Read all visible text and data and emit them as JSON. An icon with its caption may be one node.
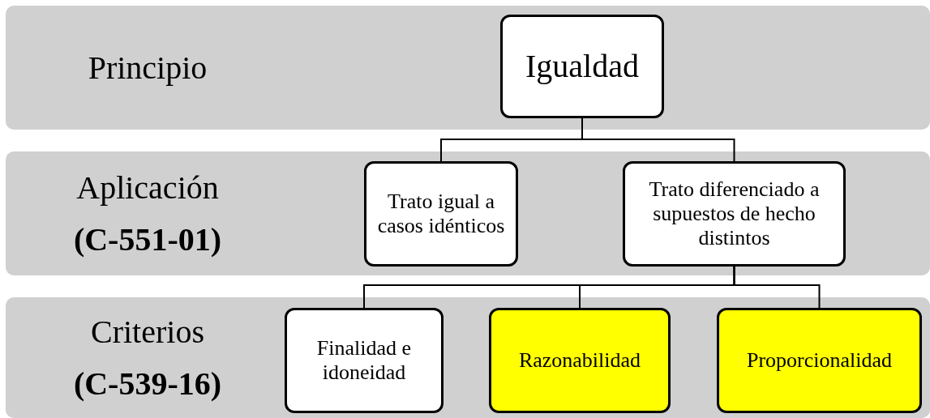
{
  "diagram": {
    "nodes": [
      {
        "text": [
          "Principio"
        ]
      },
      {
        "text": [
          "Igualdad"
        ],
        "in": 0
      },
      {
        "text": [
          "Aplicación",
          "(C-551-01)"
        ]
      },
      {
        "text": [
          "Trato igual a casos idénticos"
        ],
        "in": 2
      },
      {
        "text": [
          "Trato diferenciado a supuestos de hecho distintos"
        ],
        "in": 2
      },
      {
        "text": [
          "Criterios",
          "(C-539-16)"
        ]
      },
      {
        "text": [
          "Finalidad e idoneidad"
        ],
        "in": 5
      },
      {
        "text": [
          "Razonabilidad"
        ],
        "in": 5
      },
      {
        "text": [
          "Proporcionalidad"
        ],
        "in": 5
      }
    ],
    "edges": [
      {
        "from": 1,
        "to": 3,
        "arrow": "none"
      },
      {
        "from": 1,
        "to": 4,
        "arrow": "none"
      },
      {
        "from": 4,
        "to": 6,
        "arrow": "none"
      },
      {
        "from": 4,
        "to": 7,
        "arrow": "none"
      },
      {
        "from": 4,
        "to": 8,
        "arrow": "none"
      }
    ]
  }
}
